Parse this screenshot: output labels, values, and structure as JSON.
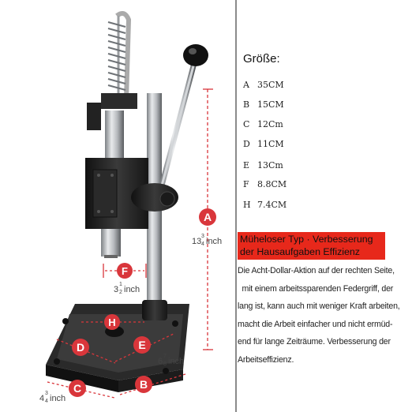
{
  "dimensions": {
    "A": {
      "letter": "A",
      "label": "13",
      "frac_num": "3",
      "frac_den": "4",
      "unit": "inch"
    },
    "B": {
      "letter": "B",
      "label": "6",
      "frac_num": "7",
      "frac_den": "8",
      "unit": "inch"
    },
    "C": {
      "letter": "C",
      "label": "4",
      "frac_num": "3",
      "frac_den": "4",
      "unit": "inch"
    },
    "D": {
      "letter": "D"
    },
    "E": {
      "letter": "E"
    },
    "F": {
      "letter": "F",
      "label": "3",
      "frac_num": "1",
      "frac_den": "2",
      "unit": "inch"
    },
    "H": {
      "letter": "H"
    }
  },
  "sizes": {
    "title": "Größe:",
    "rows": [
      {
        "letter": "A",
        "value": "35CM"
      },
      {
        "letter": "B",
        "value": "15CM"
      },
      {
        "letter": "C",
        "value": "12Cm"
      },
      {
        "letter": "D",
        "value": "11CM"
      },
      {
        "letter": "E",
        "value": "13Cm"
      },
      {
        "letter": "F",
        "value": "8.8CM"
      },
      {
        "letter": "H",
        "value": "7.4CM"
      }
    ]
  },
  "banner": {
    "line1": "Müheloser Typ · Verbesserung",
    "line2": "der Hausaufgaben Effizienz"
  },
  "description": {
    "lines": [
      "Die Acht-Dollar-Aktion auf der rechten Seite,",
      "  mit einem arbeitssparenden Federgriff, der",
      "lang ist, kann auch mit weniger Kraft arbeiten,",
      "macht die Arbeit einfacher und nicht ermüd-",
      "end für lange Zeiträume. Verbesserung der",
      "Arbeitseffizienz."
    ]
  },
  "colors": {
    "accent": "#e7281b",
    "marker": "#d9363b",
    "machine": "#222222",
    "steel": "#b9bcc0"
  }
}
